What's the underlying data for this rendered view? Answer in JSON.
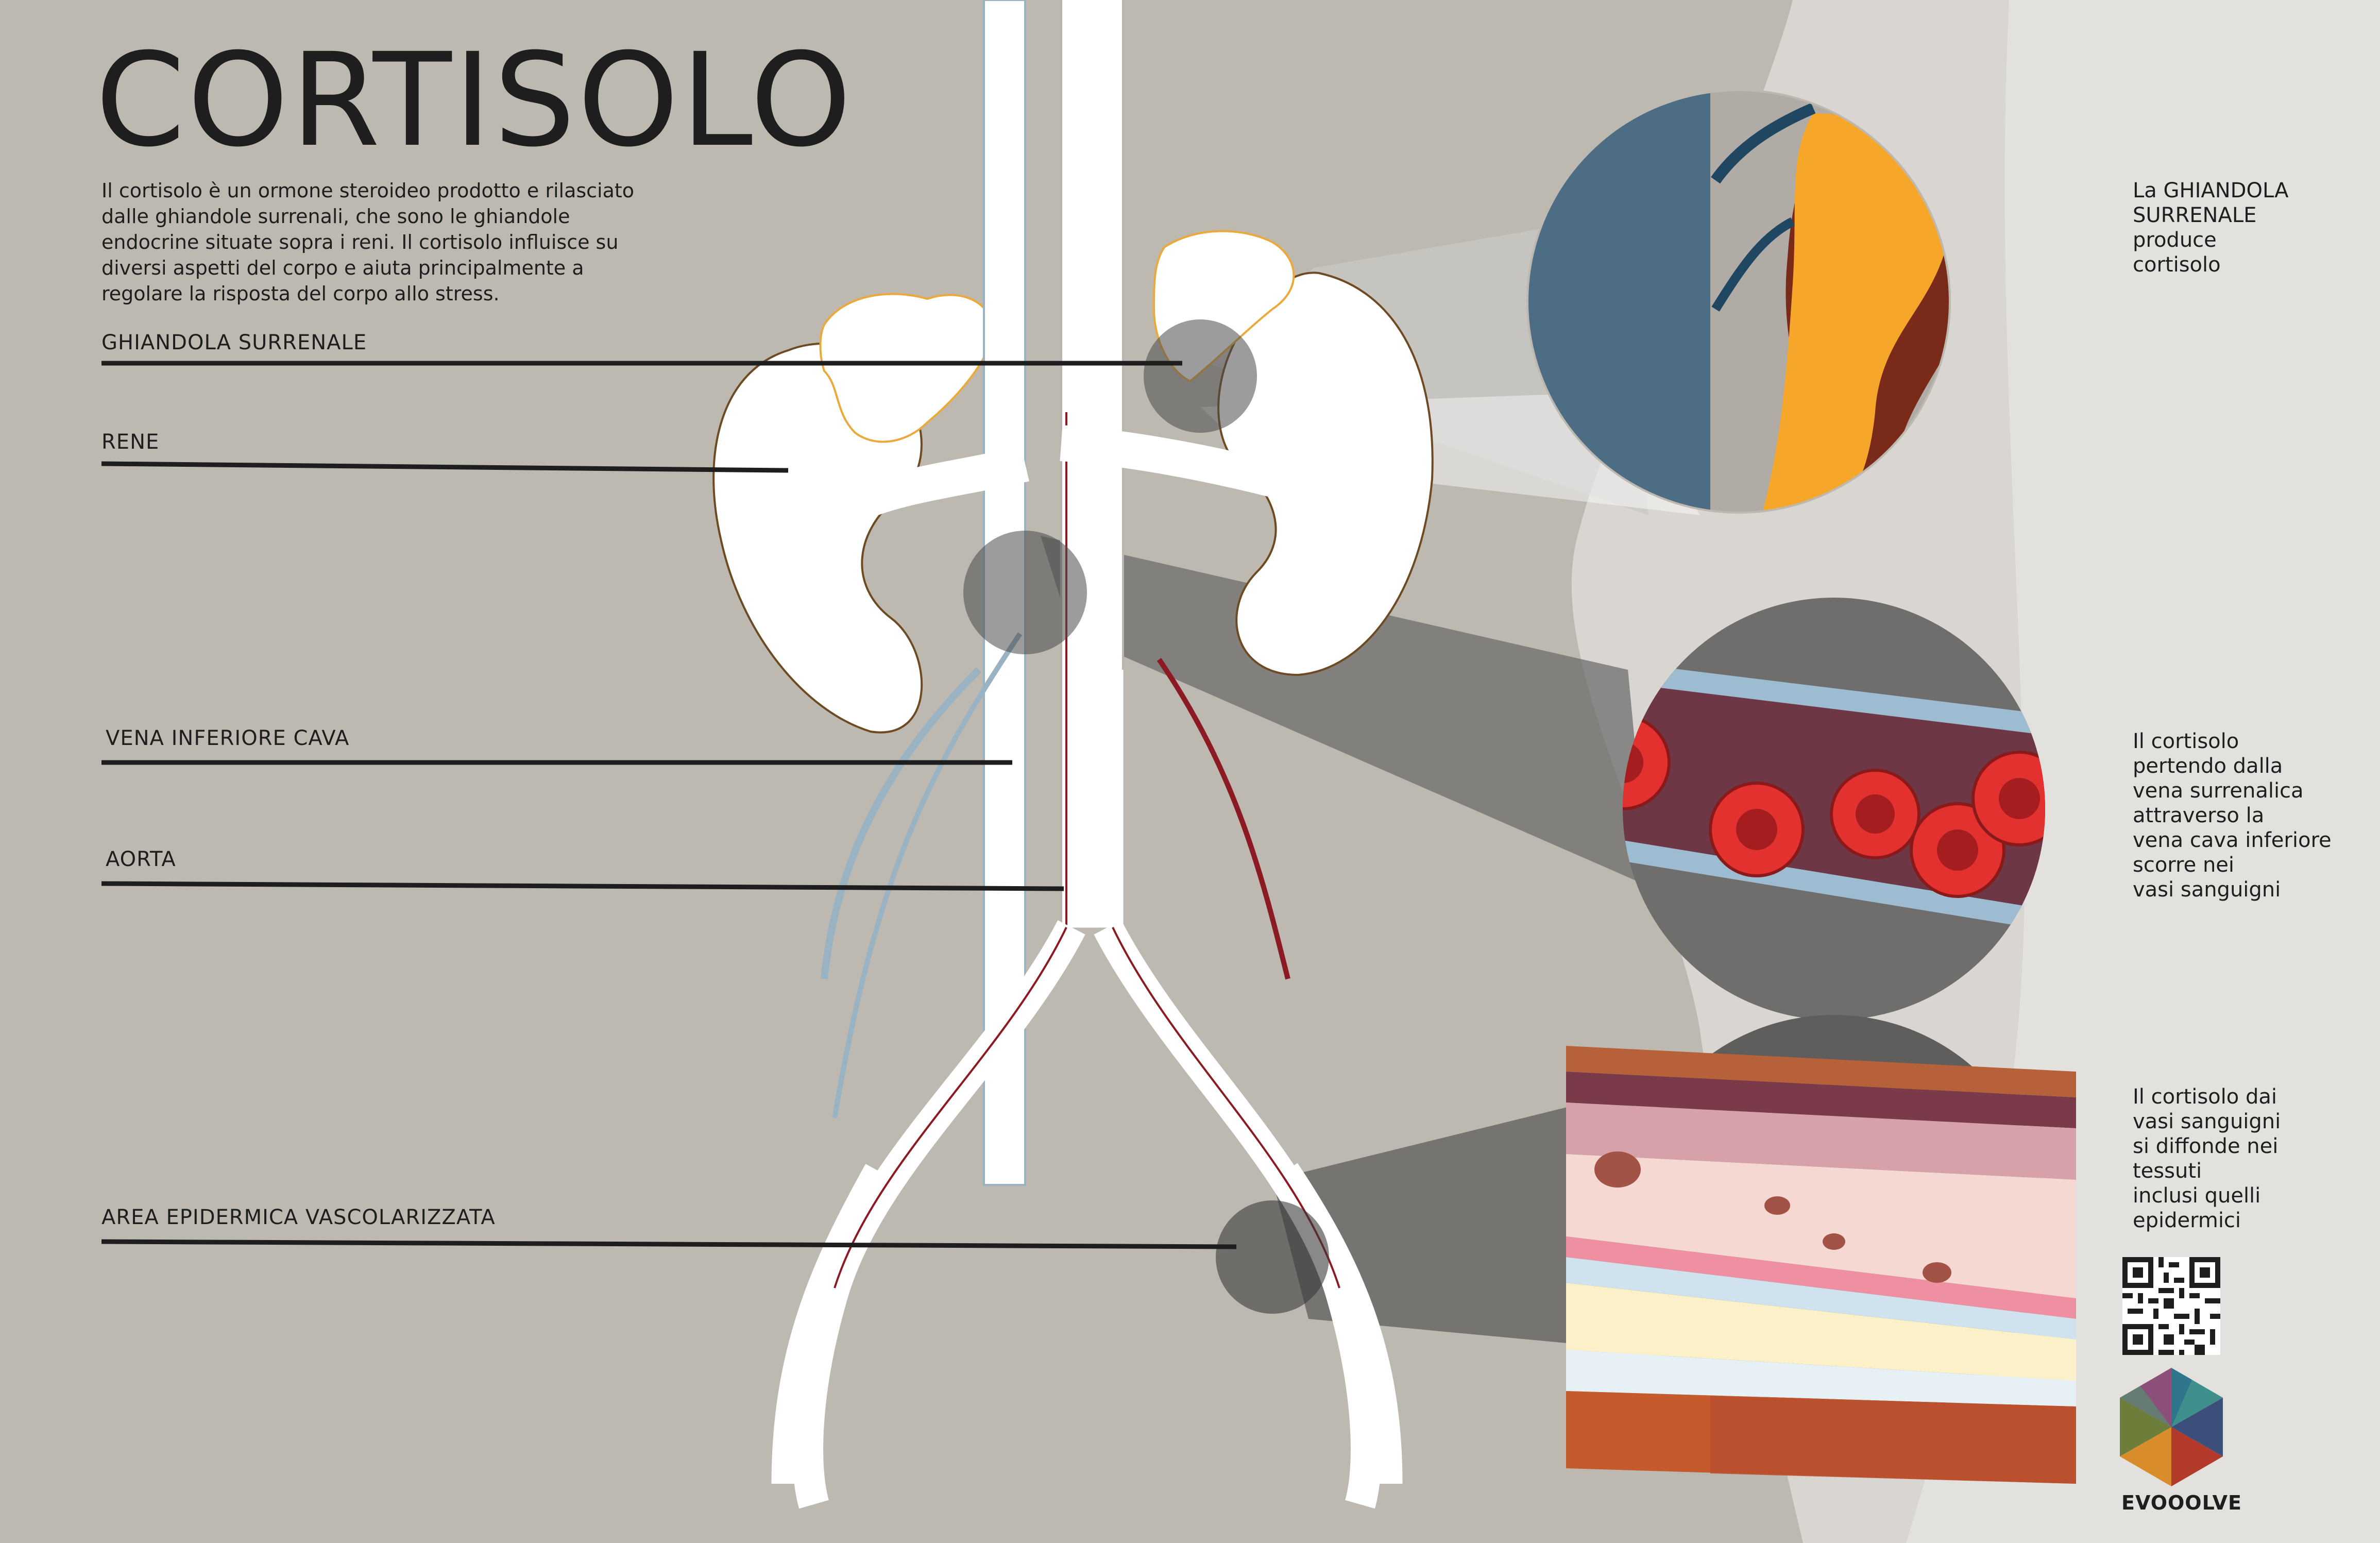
{
  "title": "CORTISOLO",
  "intro": "Il cortisolo è un ormone steroideo prodotto e rilasciato dalle ghiandole surrenali, che sono le ghiandole endocrine situate sopra i reni. Il cortisolo influisce su diversi aspetti del corpo e aiuta principalmente a regolare la risposta del corpo allo stress.",
  "labels": {
    "adrenal": "GHIANDOLA SURRENALE",
    "kidney": "RENE",
    "vena_cava": "VENA INFERIORE CAVA",
    "aorta": "AORTA",
    "epidermal": "AREA EPIDERMICA VASCOLARIZZATA"
  },
  "captions": {
    "adrenal": [
      "La GHIANDOLA",
      "SURRENALE",
      "produce",
      "cortisolo"
    ],
    "blood": [
      "Il cortisolo",
      "pertendo dalla",
      "vena surrenalica",
      "attraverso la",
      "vena cava inferiore",
      "scorre nei",
      "vasi sanguigni"
    ],
    "tissue": [
      "Il cortisolo dai",
      "vasi sanguigni",
      "si diffonde nei",
      "tessuti",
      "inclusi quelli",
      "epidermici"
    ]
  },
  "brand": {
    "name": "EVOOOLVE"
  },
  "colors": {
    "background": "#bdb9b1",
    "artery": "#8b1a22",
    "vein": "#9ab3c3",
    "adrenal": "#f3a928",
    "blood_cell": "#e0312f",
    "skin_outer": "#b7613b"
  },
  "icons": [
    "qr-code-icon",
    "evooolve-logo-icon"
  ]
}
